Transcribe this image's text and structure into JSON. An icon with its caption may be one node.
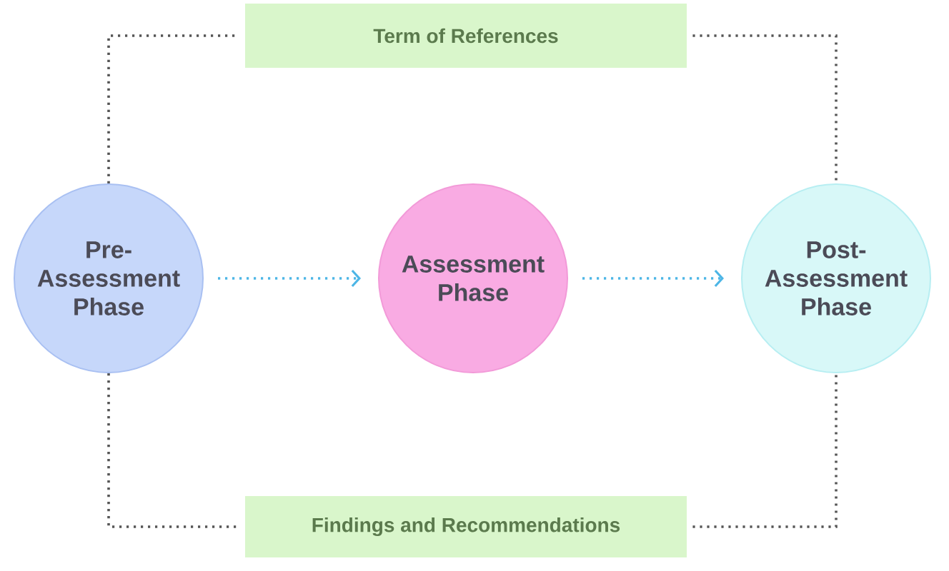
{
  "diagram": {
    "nodes": [
      {
        "text": [
          "Term of References"
        ]
      },
      {
        "text": [
          "Pre-Assessment Phase"
        ]
      },
      {
        "text": [
          "Assessment Phase"
        ]
      },
      {
        "text": [
          "Post-Assessment Phase"
        ]
      },
      {
        "text": [
          "Findings and Recommendations"
        ]
      }
    ],
    "edges": [
      {
        "from": 1,
        "to": 0,
        "arrow": "none"
      },
      {
        "from": 0,
        "to": 3,
        "arrow": "none"
      },
      {
        "from": 1,
        "to": 2,
        "arrow": "to",
        "color": "#4db6e6"
      },
      {
        "from": 2,
        "to": 3,
        "arrow": "to",
        "color": "#4db6e6"
      },
      {
        "from": 1,
        "to": 4,
        "arrow": "none"
      },
      {
        "from": 4,
        "to": 3,
        "arrow": "none"
      }
    ]
  }
}
